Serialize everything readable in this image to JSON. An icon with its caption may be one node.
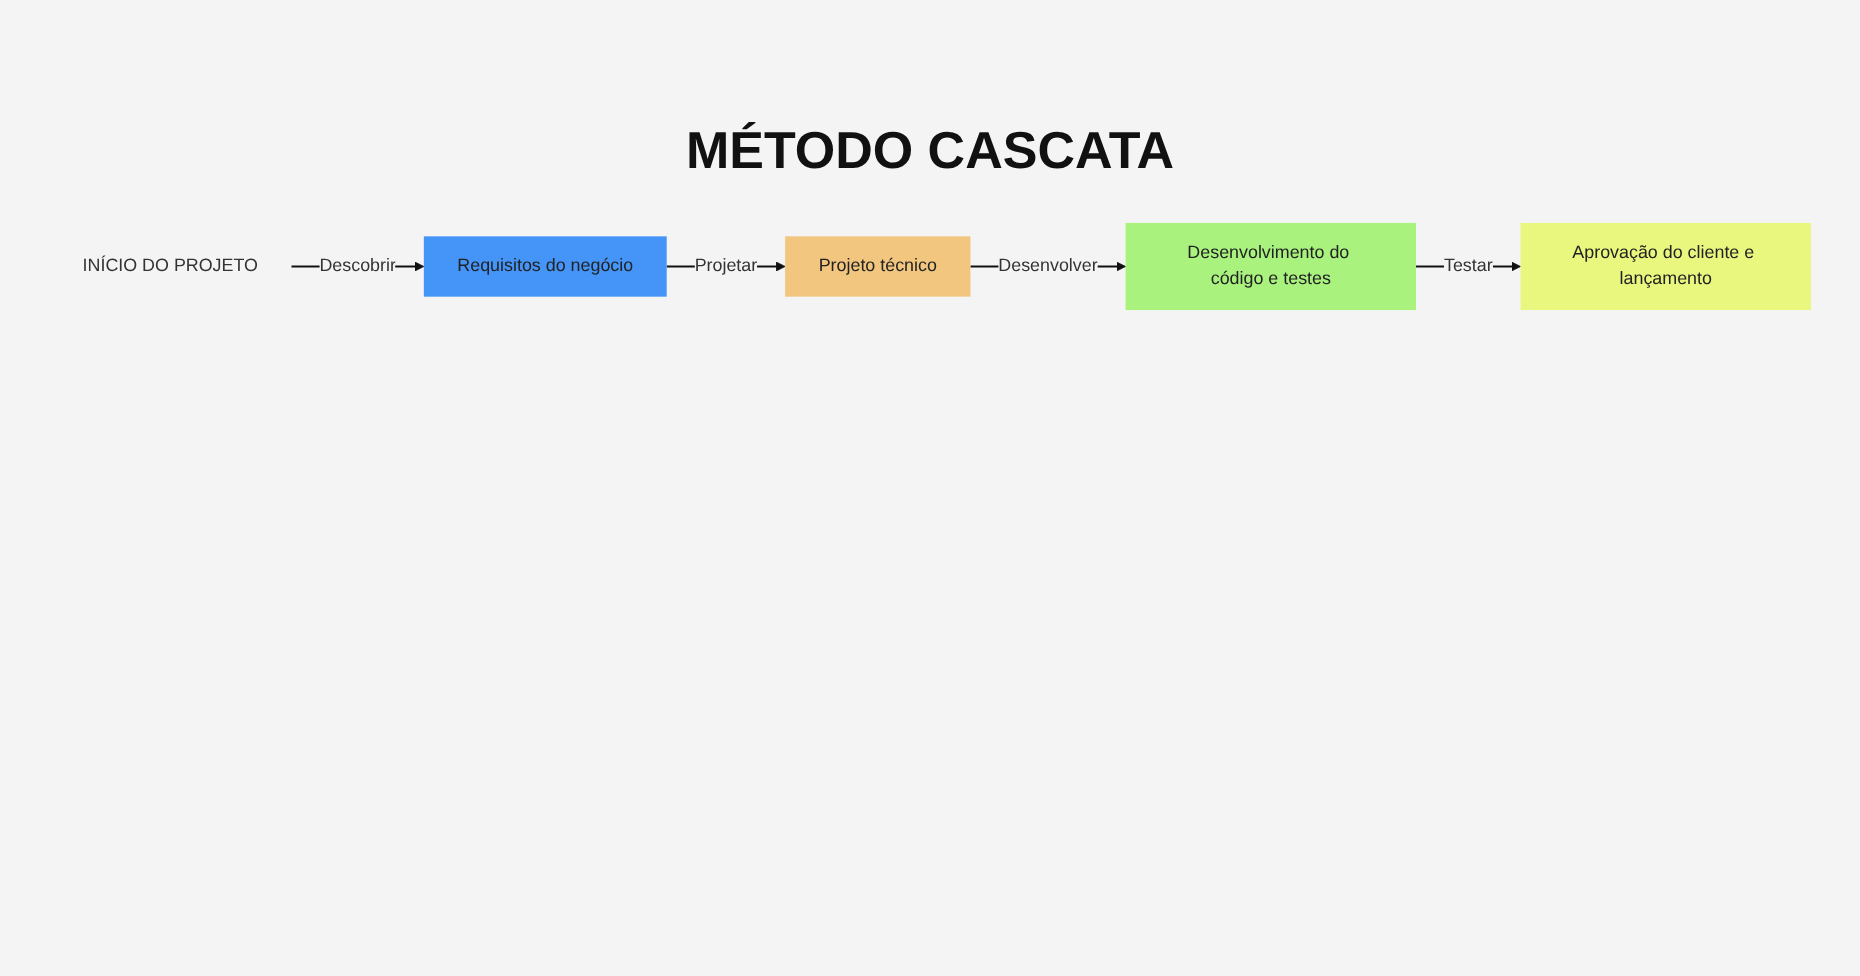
{
  "diagram": {
    "title": "MÉTODO CASCATA",
    "nodes": [
      {
        "text": [
          "INÍCIO DO PROJETO"
        ]
      },
      {
        "text": [
          "Requisitos do negócio"
        ]
      },
      {
        "text": [
          "Projeto técnico"
        ]
      },
      {
        "text": [
          "Desenvolvimento do código e testes"
        ]
      },
      {
        "text": [
          "Aprovação do cliente e lançamento"
        ]
      }
    ],
    "edges": [
      {
        "from": 0,
        "to": 1,
        "arrow": "to",
        "label": "Descobrir"
      },
      {
        "from": 1,
        "to": 2,
        "arrow": "to",
        "label": "Projetar"
      },
      {
        "from": 2,
        "to": 3,
        "arrow": "to",
        "label": "Desenvolver"
      },
      {
        "from": 3,
        "to": 4,
        "arrow": "to",
        "label": "Testar"
      }
    ]
  }
}
